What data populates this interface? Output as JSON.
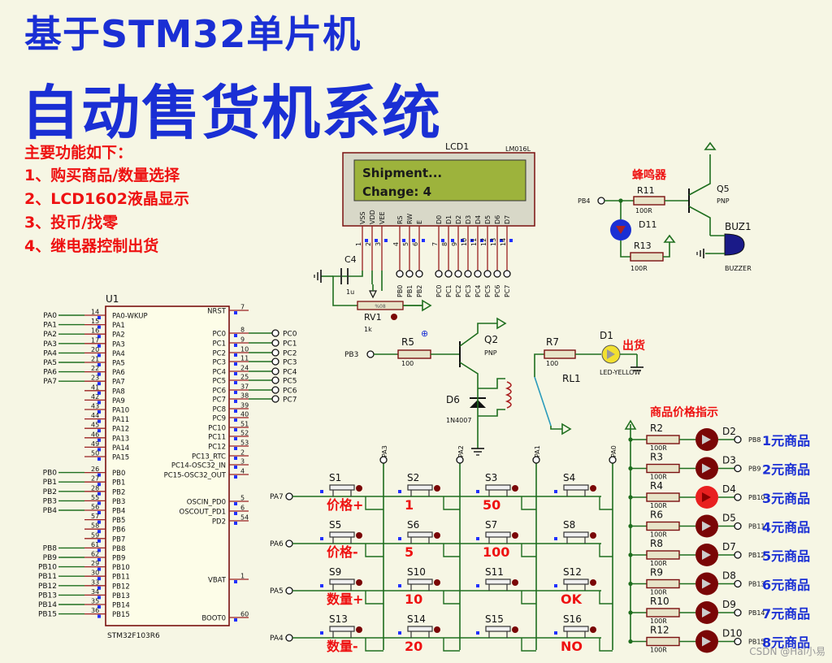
{
  "title_line1": "基于STM32单片机",
  "title_line2": "自动售货机系统",
  "features": [
    "主要功能如下：",
    "1、购买商品/数量选择",
    "2、LCD1602液晶显示",
    "3、投币/找零",
    "4、继电器控制出货"
  ],
  "lcd": {
    "ref": "LCD1",
    "model": "LM016L",
    "line1": "Shipment...",
    "line2": "Change:  4",
    "pins": [
      "VSS",
      "VDD",
      "VEE",
      "RS",
      "RW",
      "E",
      "D0",
      "D1",
      "D2",
      "D3",
      "D4",
      "D5",
      "D6",
      "D7"
    ],
    "pin_numbers": [
      "1",
      "2",
      "3",
      "4",
      "5",
      "6",
      "7",
      "8",
      "9",
      "10",
      "11",
      "12",
      "13",
      "14"
    ],
    "bus_labels": [
      "PB0",
      "PB1",
      "PB2",
      "PC0",
      "PC1",
      "PC2",
      "PC3",
      "PC4",
      "PC5",
      "PC6",
      "PC7"
    ]
  },
  "cap": {
    "ref": "C4",
    "value": "1u"
  },
  "pot": {
    "ref": "RV1",
    "value": "1k",
    "pct": "%08"
  },
  "mcu": {
    "ref": "U1",
    "part": "STM32F103R6",
    "left_pins": [
      [
        "PA0-WKUP",
        "14"
      ],
      [
        "PA1",
        "15"
      ],
      [
        "PA2",
        "16"
      ],
      [
        "PA3",
        "17"
      ],
      [
        "PA4",
        "20"
      ],
      [
        "PA5",
        "21"
      ],
      [
        "PA6",
        "22"
      ],
      [
        "PA7",
        "23"
      ],
      [
        "PA8",
        "41"
      ],
      [
        "PA9",
        "42"
      ],
      [
        "PA10",
        "43"
      ],
      [
        "PA11",
        "44"
      ],
      [
        "PA12",
        "45"
      ],
      [
        "PA13",
        "46"
      ],
      [
        "PA14",
        "49"
      ],
      [
        "PA15",
        "50"
      ],
      [
        "PB0",
        "26"
      ],
      [
        "PB1",
        "27"
      ],
      [
        "PB2",
        "28"
      ],
      [
        "PB3",
        "55"
      ],
      [
        "PB4",
        "56"
      ],
      [
        "PB5",
        "57"
      ],
      [
        "PB6",
        "58"
      ],
      [
        "PB7",
        "59"
      ],
      [
        "PB8",
        "61"
      ],
      [
        "PB9",
        "62"
      ],
      [
        "PB10",
        "29"
      ],
      [
        "PB11",
        "30"
      ],
      [
        "PB12",
        "33"
      ],
      [
        "PB13",
        "34"
      ],
      [
        "PB14",
        "35"
      ],
      [
        "PB15",
        "36"
      ]
    ],
    "left_nets": [
      "PA0",
      "PA1",
      "PA2",
      "PA3",
      "PA4",
      "PA5",
      "PA6",
      "PA7",
      "PB0",
      "PB1",
      "PB2",
      "PB3",
      "PB4",
      "PB8",
      "PB9",
      "PB10",
      "PB11",
      "PB12",
      "PB13",
      "PB14",
      "PB15"
    ],
    "right_pins": [
      [
        "NRST",
        "7"
      ],
      [
        "PC0",
        "8"
      ],
      [
        "PC1",
        "9"
      ],
      [
        "PC2",
        "10"
      ],
      [
        "PC3",
        "11"
      ],
      [
        "PC4",
        "24"
      ],
      [
        "PC5",
        "25"
      ],
      [
        "PC6",
        "37"
      ],
      [
        "PC7",
        "38"
      ],
      [
        "PC8",
        "39"
      ],
      [
        "PC9",
        "40"
      ],
      [
        "PC10",
        "51"
      ],
      [
        "PC11",
        "52"
      ],
      [
        "PC12",
        "53"
      ],
      [
        "PC13_RTC",
        "2"
      ],
      [
        "PC14-OSC32_IN",
        "3"
      ],
      [
        "PC15-OSC32_OUT",
        "4"
      ],
      [
        "OSCIN_PD0",
        "5"
      ],
      [
        "OSCOUT_PD1",
        "6"
      ],
      [
        "PD2",
        "54"
      ],
      [
        "VBAT",
        "1"
      ],
      [
        "BOOT0",
        "60"
      ]
    ],
    "right_nets": [
      "PC0",
      "PC1",
      "PC2",
      "PC3",
      "PC4",
      "PC5",
      "PC6",
      "PC7"
    ]
  },
  "buzzer": {
    "title": "蜂鸣器",
    "net": "PB4",
    "r11": "R11",
    "r11_val": "100R",
    "led": "D11",
    "r13": "R13",
    "r13_val": "100R",
    "q": "Q5",
    "q_type": "PNP",
    "buz": "BUZ1",
    "buz_type": "BUZZER"
  },
  "relay": {
    "net": "PB3",
    "r5": "R5",
    "r5_val": "100",
    "q": "Q2",
    "q_type": "PNP",
    "r7": "R7",
    "r7_val": "100",
    "rl": "RL1",
    "d1": "D1",
    "d1_type": "LED-YELLOW",
    "d1_label": "出货",
    "d6": "D6",
    "d6_type": "1N4007"
  },
  "keypad": {
    "rows": [
      "PA7",
      "PA6",
      "PA5",
      "PA4"
    ],
    "cols": [
      "PA3",
      "PA2",
      "PA1",
      "PA0"
    ],
    "keys": [
      [
        "S1",
        "价格+"
      ],
      [
        "S2",
        "1"
      ],
      [
        "S3",
        "50"
      ],
      [
        "S4",
        ""
      ],
      [
        "S5",
        "价格-"
      ],
      [
        "S6",
        "5"
      ],
      [
        "S7",
        "100"
      ],
      [
        "S8",
        ""
      ],
      [
        "S9",
        "数量+"
      ],
      [
        "S10",
        "10"
      ],
      [
        "S11",
        ""
      ],
      [
        "S12",
        "OK"
      ],
      [
        "S13",
        "数量-"
      ],
      [
        "S14",
        "20"
      ],
      [
        "S15",
        ""
      ],
      [
        "S16",
        "NO"
      ]
    ]
  },
  "price": {
    "title": "商品价格指示",
    "items": [
      [
        "R2",
        "100R",
        "D2",
        "PB8",
        "1元商品"
      ],
      [
        "R3",
        "100R",
        "D3",
        "PB9",
        "2元商品"
      ],
      [
        "R4",
        "100R",
        "D4",
        "PB10",
        "3元商品"
      ],
      [
        "R6",
        "100R",
        "D5",
        "PB11",
        "4元商品"
      ],
      [
        "R8",
        "100R",
        "D7",
        "PB12",
        "5元商品"
      ],
      [
        "R9",
        "100R",
        "D8",
        "PB13",
        "6元商品"
      ],
      [
        "R10",
        "100R",
        "D9",
        "PB14",
        "7元商品"
      ],
      [
        "R12",
        "100R",
        "D10",
        "PB15",
        "8元商品"
      ]
    ],
    "lit_index": 2
  },
  "watermark": "CSDN @Hai小易",
  "colors": {
    "wire": "#1e6e1e",
    "pin": "#9a2020",
    "title": "#1a2fd4",
    "red": "#ee1111",
    "lcd_bg": "#9db33c",
    "chip": "#fdfde8",
    "led_off": "#7a0606",
    "led_on": "#e82020"
  }
}
